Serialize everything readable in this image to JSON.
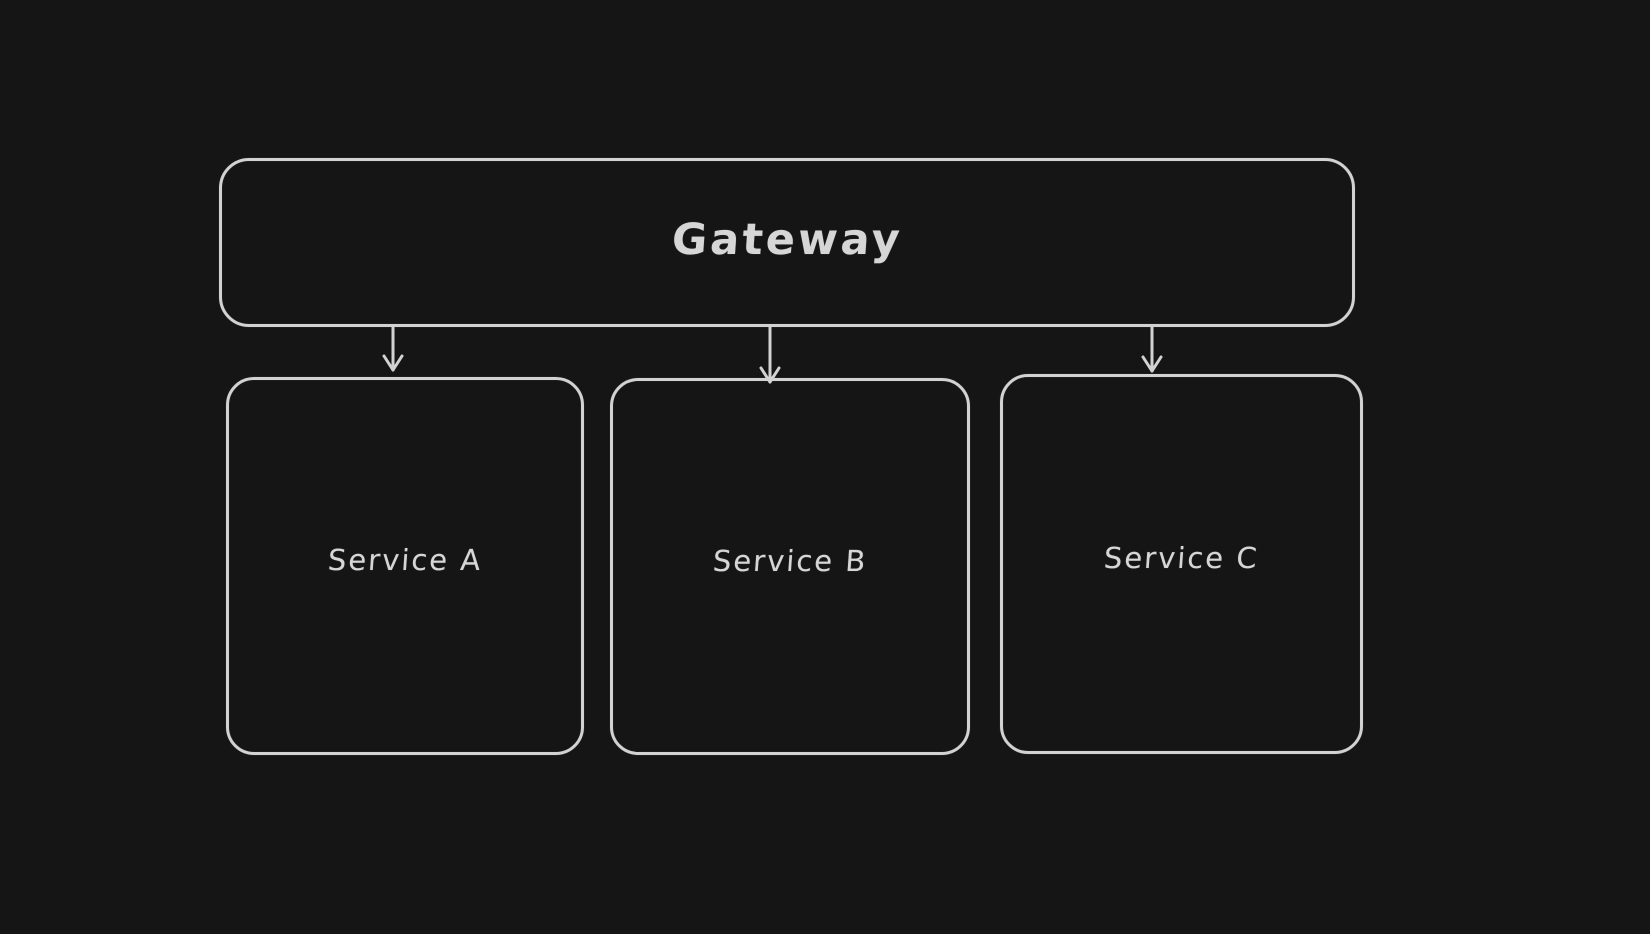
{
  "diagram": {
    "colors": {
      "background": "#151515",
      "stroke": "#d2d2d2",
      "text": "#d6d6d6"
    },
    "nodes": {
      "gateway": {
        "label": "Gateway"
      },
      "service_a": {
        "label": "Service A"
      },
      "service_b": {
        "label": "Service B"
      },
      "service_c": {
        "label": "Service C"
      }
    },
    "edges": [
      {
        "from": "Gateway",
        "to": "Service A",
        "style": "arrow-down"
      },
      {
        "from": "Gateway",
        "to": "Service B",
        "style": "arrow-down"
      },
      {
        "from": "Gateway",
        "to": "Service C",
        "style": "arrow-down"
      }
    ]
  }
}
